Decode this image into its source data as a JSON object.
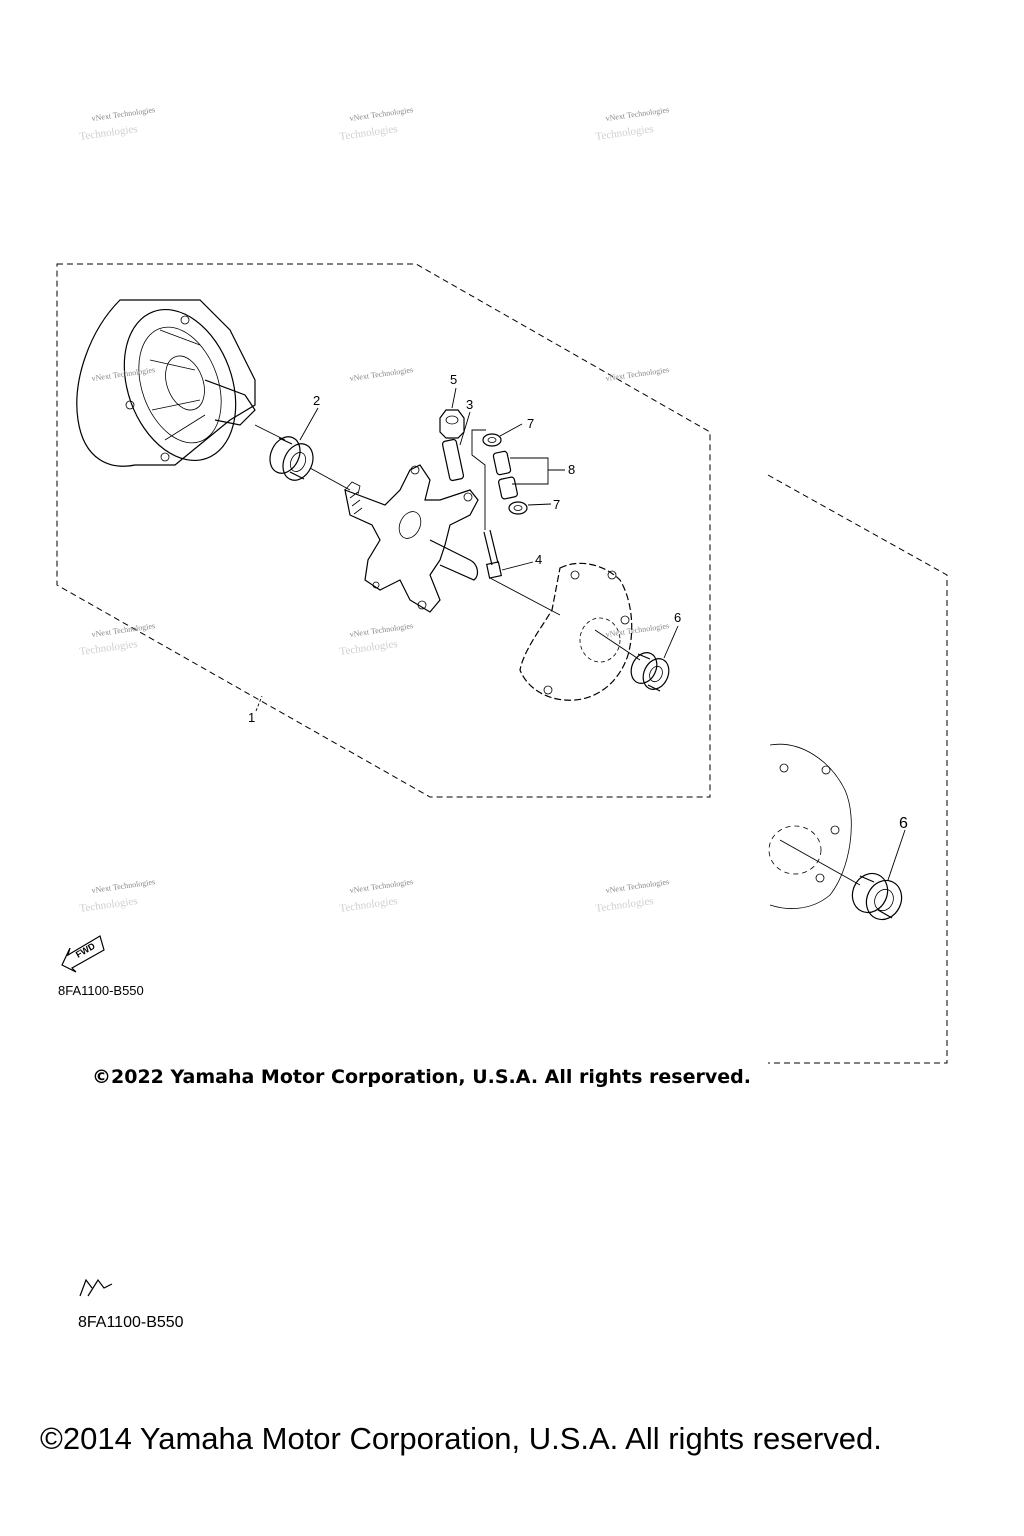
{
  "callouts": {
    "c1": "1",
    "c2": "2",
    "c3": "3",
    "c4": "4",
    "c5": "5",
    "c6a": "6",
    "c6b": "6",
    "c7a": "7",
    "c7b": "7",
    "c8": "8"
  },
  "watermark": {
    "line1": "vNext Technologies",
    "line2": "Technologies"
  },
  "fwd_label": "FWD",
  "diagram_codes": {
    "upper": "8FA1100-B550",
    "lower": "8FA1100-B550"
  },
  "copyright": {
    "upper": "©2022 Yamaha Motor Corporation, U.S.A. All rights reserved.",
    "lower": "©2014 Yamaha Motor Corporation, U.S.A. All rights reserved."
  },
  "icons": [
    "fwd-arrow-icon",
    "clutch-sheave-icon",
    "spider-icon",
    "bushing-icon",
    "bolt-icon",
    "nut-icon"
  ]
}
